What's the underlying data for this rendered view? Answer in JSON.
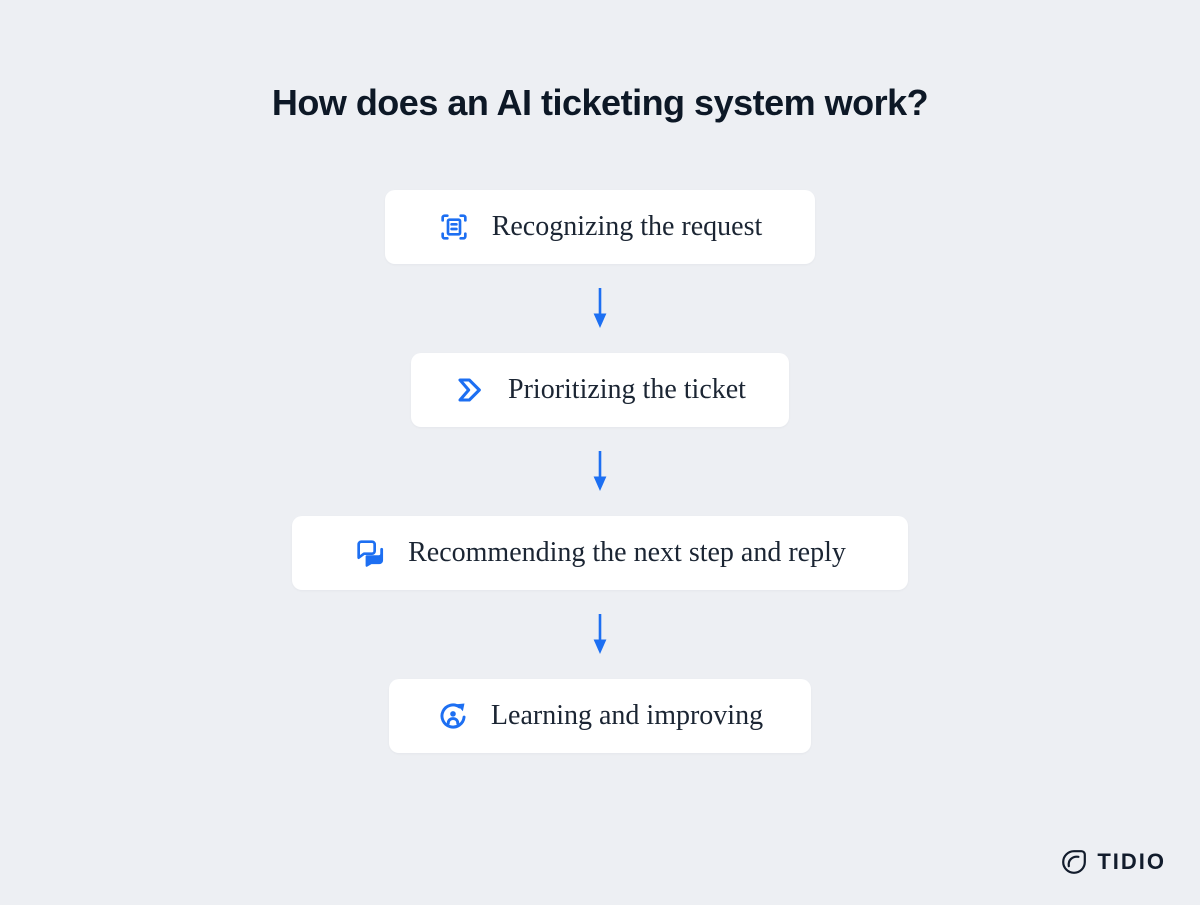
{
  "title": "How does an AI ticketing system work?",
  "steps": [
    {
      "label": "Recognizing the request",
      "icon": "scan-request-icon"
    },
    {
      "label": "Prioritizing the ticket",
      "icon": "priority-chevron-icon"
    },
    {
      "label": "Recommending the next step and reply",
      "icon": "chat-bubbles-icon"
    },
    {
      "label": "Learning and improving",
      "icon": "learning-loop-icon"
    }
  ],
  "logo": {
    "text": "TIDIO"
  },
  "colors": {
    "accent": "#1d6ff2",
    "background": "#edeff3",
    "card": "#ffffff",
    "title_text": "#0d1826",
    "step_text": "#1b2533",
    "logo_text": "#121c2c"
  }
}
